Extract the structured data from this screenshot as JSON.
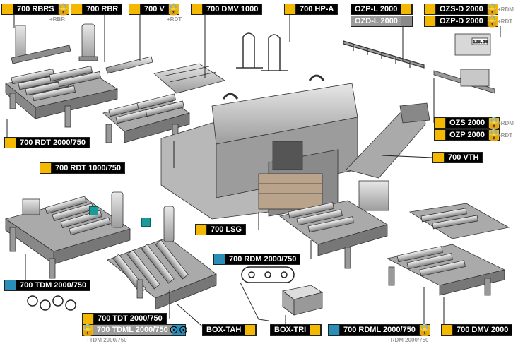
{
  "labels": {
    "rbrs": "700 RBRS",
    "rbr": "700 RBR",
    "v": "700 V",
    "dmv1000": "700 DMV 1000",
    "hpa": "700 HP-A",
    "ozpl": "OZP-L 2000",
    "ozdl": "OZD-L 2000",
    "ozsd": "OZS-D 2000",
    "ozpd": "OZP-D 2000",
    "rdt2000": "700 RDT 2000/750",
    "rdt1000": "700 RDT 1000/750",
    "ozs": "OZS 2000",
    "ozp": "OZP 2000",
    "vth": "700 VTH",
    "lsg": "700 LSG",
    "rdm": "700 RDM 2000/750",
    "tdm": "700 TDM 2000/750",
    "tdt": "700 TDT 2000/750",
    "tdml": "700 TDML 2000/750",
    "boxtah": "BOX-TAH",
    "boxtri": "BOX-TRI",
    "rdml": "700 RDML 2000/750",
    "dmv2000": "700 DMV 2000"
  },
  "plus": {
    "rbr": "+RBR",
    "rdt_v": "+RDT",
    "rdm_ozsd": "+RDM",
    "rdt_ozpd": "+RDT",
    "rdm_ozs": "+RDM",
    "rdt_ozp": "+RDT",
    "tdm": "+TDM 2000/750",
    "rdm2000": "+RDM 2000/750"
  },
  "display": {
    "readout": "123.16"
  },
  "colors": {
    "tag_yellow": "#f5b800",
    "tag_blue": "#2a8fb8",
    "tag_dark": "#000000",
    "teal": "#1a9a9a",
    "plus_gray": "#9a9a9a"
  }
}
